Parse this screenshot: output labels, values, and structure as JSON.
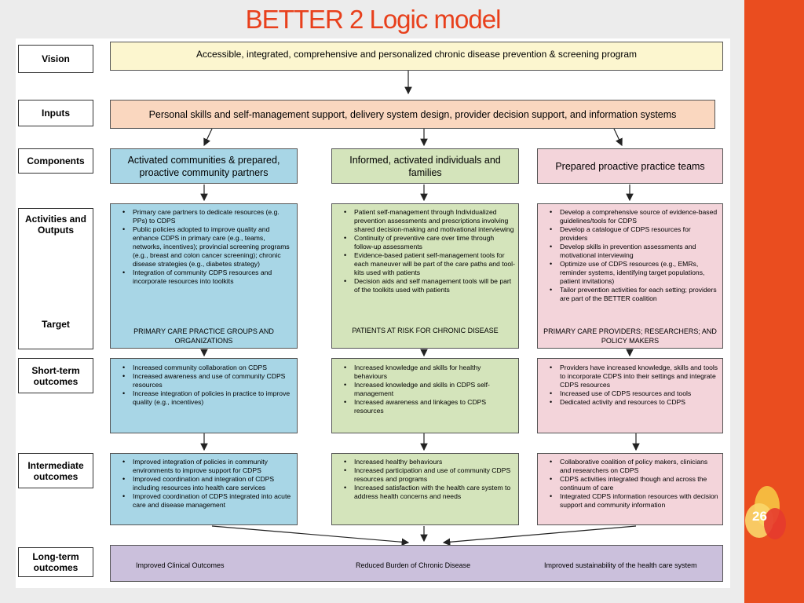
{
  "title": "BETTER 2 Logic model",
  "page_number": "26",
  "labels": {
    "vision": "Vision",
    "inputs": "Inputs",
    "components": "Components",
    "activities": "Activities and Outputs",
    "target": "Target",
    "short": "Short-term outcomes",
    "intermediate": "Intermediate outcomes",
    "long": "Long-term outcomes"
  },
  "vision_text": "Accessible, integrated, comprehensive and personalized chronic disease prevention & screening program",
  "inputs_text": "Personal skills and self-management support, delivery system design, provider decision support, and information systems",
  "components": [
    "Activated communities & prepared, proactive community partners",
    "Informed, activated individuals and families",
    "Prepared proactive practice teams"
  ],
  "activities": [
    [
      "Primary care partners to dedicate resources (e.g. PPs) to CDPS",
      "Public policies adopted to improve quality and enhance CDPS in primary care (e.g., teams, networks, incentives); provincial screening programs (e.g., breast and colon cancer screening); chronic disease strategies (e.g., diabetes strategy)",
      "Integration of community CDPS resources and incorporate resources into toolkits"
    ],
    [
      "Patient self-management through Individualized prevention assessments and prescriptions involving shared decision-making and motivational interviewing",
      "Continuity of preventive care over time through follow-up assessments",
      "Evidence-based patient self-management tools for each maneuver will be part of the care paths and tool-kits used with patients",
      "Decision aids and self management tools will be part of the toolkits used with patients"
    ],
    [
      "Develop a comprehensive source of evidence-based guidelines/tools for CDPS",
      "Develop a catalogue of CDPS resources for providers",
      "Develop skills in prevention assessments and motivational interviewing",
      "Optimize use of CDPS resources (e.g., EMRs, reminder systems, identifying target populations, patient invitations)",
      "Tailor prevention activities for each setting; providers are part of the BETTER coalition"
    ]
  ],
  "targets": [
    "PRIMARY CARE PRACTICE GROUPS AND ORGANIZATIONS",
    "PATIENTS AT RISK FOR CHRONIC DISEASE",
    "PRIMARY CARE PROVIDERS; RESEARCHERS; AND POLICY MAKERS"
  ],
  "short_term": [
    [
      "Increased community collaboration on CDPS",
      "Increased awareness and use of community CDPS resources",
      "Increase integration of policies in practice to improve quality (e.g., incentives)"
    ],
    [
      "Increased knowledge and skills for healthy behaviours",
      "Increased knowledge and skills in CDPS self-management",
      "Increased awareness and linkages to CDPS resources"
    ],
    [
      "Providers have increased knowledge, skills and tools to incorporate CDPS into their settings and integrate CDPS resources",
      "Increased use of CDPS resources and tools",
      "Dedicated activity and resources to CDPS"
    ]
  ],
  "intermediate": [
    [
      "Improved integration of policies in community environments to improve support for CDPS",
      "Improved coordination and integration of CDPS including resources into health care services",
      "Improved coordination of CDPS integrated into acute care and disease management"
    ],
    [
      "Increased healthy behaviours",
      "Increased participation and use of community CDPS resources and programs",
      "Increased satisfaction with the health care system to address health concerns and needs"
    ],
    [
      "Collaborative coalition of policy makers, clinicians and researchers on CDPS",
      "CDPS activities integrated though and across the continuum of care",
      "Integrated CDPS information resources with decision support and community information"
    ]
  ],
  "long_term": [
    "Improved Clinical Outcomes",
    "Reduced Burden of Chronic Disease",
    "Improved sustainability of the health care system"
  ],
  "colors": {
    "title": "#e8401c",
    "accent_bar": "#ea4d1f",
    "vision": "#fcf6cf",
    "inputs": "#fad7bf",
    "col1": "#a8d6e6",
    "col2": "#d4e4bb",
    "col3": "#f3d4da",
    "long": "#cbc0dc"
  }
}
